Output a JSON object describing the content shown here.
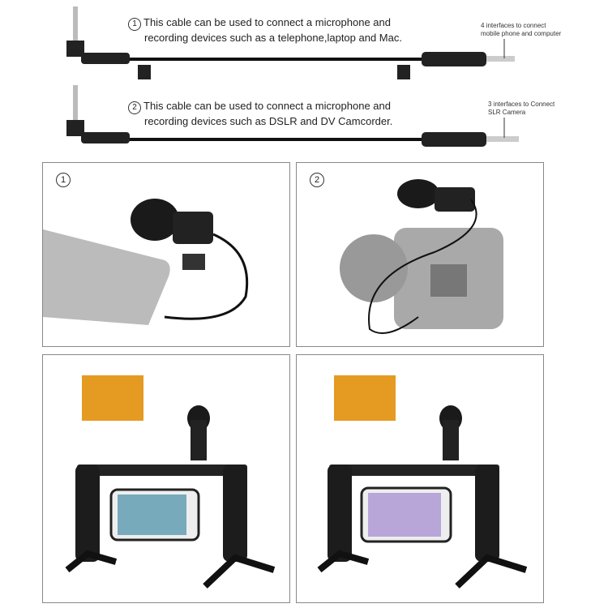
{
  "cable1": {
    "index": "1",
    "line1": "This cable can be used to connect a microphone and",
    "line2": "recording devices such as a telephone,laptop and Mac.",
    "note1": "4 interfaces to connect",
    "note2": "mobile phone and computer"
  },
  "cable2": {
    "index": "2",
    "line1": "This cable can be used to connect a microphone and",
    "line2": "recording devices such as DSLR and DV Camcorder.",
    "note1": "3 interfaces to Connect",
    "note2": "SLR Camera"
  },
  "panels": [
    {
      "index": "1"
    },
    {
      "index": "2"
    }
  ]
}
